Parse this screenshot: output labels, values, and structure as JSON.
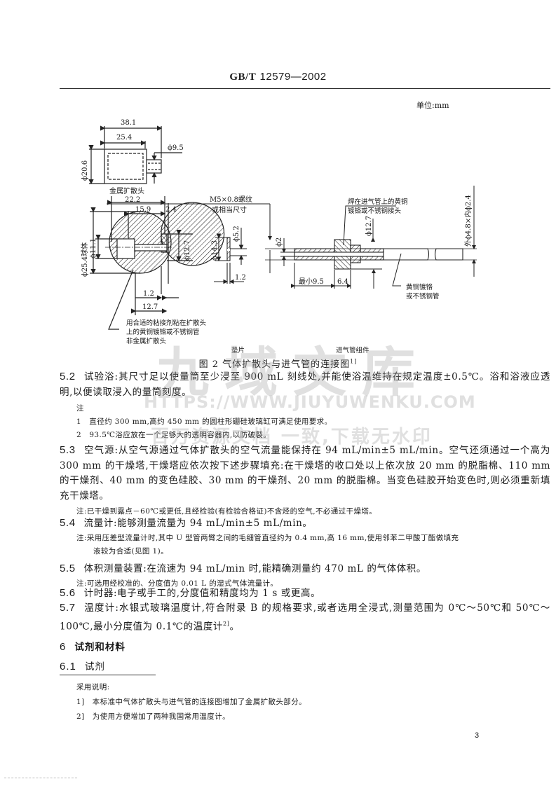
{
  "header": {
    "standard_prefix": "GB/T",
    "standard_number": "12579—2002"
  },
  "figure": {
    "unit_label": "单位:mm",
    "caption": "图 2   气体扩散头与进气管的连接图",
    "caption_ref": "1]",
    "parts": {
      "metal_head_label": "金属扩散头",
      "nonmetal_head_label": "非金属扩散头",
      "gasket_label": "垫片",
      "inlet_assembly_label": "进气管组件",
      "thread_label_1": "M5×0.8螺纹",
      "thread_label_2": "或相当尺寸",
      "glue_note_1": "用合适的粘接剂粘在扩散头",
      "glue_note_2": "上的黄铜镀铬或不锈钢管",
      "weld_note_1": "焊在进气管上的黄铜",
      "weld_note_2": "镀铬或不锈钢接头",
      "tube_note_1": "黄铜镀铬",
      "tube_note_2": "或不锈钢管"
    },
    "dimensions": {
      "d_38_1": "38.1",
      "d_25_4": "25.4",
      "d_phi9_5": "ϕ9.5",
      "d_phi20_6": "ϕ20.6",
      "d_22_2": "22.2",
      "d_15_9": "15.9",
      "d_2_4": "2.4",
      "d_phi25_4_ball": "ϕ25.4球体",
      "d_phi11_1": "ϕ11.1",
      "d_phi12_7_head": "ϕ12.7",
      "d_1_2_head": "1.2",
      "d_12_7": "12.7",
      "d_phi14_3": "ϕ14.3",
      "d_phi5_2": "ϕ5.2",
      "d_1_2_gasket": "1.2",
      "d_phi2": "ϕ2",
      "d_phi12_7_inlet": "ϕ12.7",
      "d_min9_5": "最小9.5",
      "d_6_4": "6.4",
      "d_tube": "外ϕ4.8×内ϕ2.4"
    }
  },
  "sections": {
    "s5_2": {
      "number": "5.2",
      "text": "试验浴:其尺寸足以使量筒至少浸至 900 mL 刻线处,并能使浴温维持在规定温度±0.5℃。浴和浴液应透明,以便读取浸入的量筒刻度。",
      "notes_label": "注",
      "notes": [
        {
          "n": "1",
          "text": "直径约 300 mm,高约 450 mm 的圆柱形硼硅玻璃缸可满足使用要求。"
        },
        {
          "n": "2",
          "text": "93.5℃浴应放在一个足够大的透明容器内,以防破裂。"
        }
      ]
    },
    "s5_3": {
      "number": "5.3",
      "text": "空气源:从空气源通过气体扩散头的空气流量能保持在 94 mL/min±5 mL/min。空气还须通过一个高为 300 mm 的干燥塔,干燥塔应依次按下述步骤填充:在干燥塔的收口处以上依次放 20 mm 的脱脂棉、110 mm 的干燥剂、40 mm 的变色硅胶、30 mm 的干燥剂、20 mm 的脱脂棉。当变色硅胶开始变色时,则必须重新填充干燥塔。",
      "note": "注:已干燥到露点－60℃或更低,且经检验(有检验合格证)不含烃的空气,不必通过干燥塔。"
    },
    "s5_4": {
      "number": "5.4",
      "text": "流量计:能够测量流量为 94 mL/min±5 mL/min。",
      "note_1": "注:采用压差型流量计时,其中 U 型管两臂之间的毛细管直径约为 0.4 mm,高 16 mm,使用邻苯二甲酸丁酯做填充",
      "note_2": "液较为合适(见图 1)。"
    },
    "s5_5": {
      "number": "5.5",
      "text": "体积测量装置:在流速为 94 mL/min 时,能精确测量约 470 mL 的气体体积。",
      "note": "注:可选用经校准的、分度值为 0.01 L 的湿式气体流量计。"
    },
    "s5_6": {
      "number": "5.6",
      "text": "计时器:电子或手工的,分度值和精度均为 1 s 或更高。"
    },
    "s5_7": {
      "number": "5.7",
      "text": "温度计:水银式玻璃温度计,符合附录 B 的规格要求,或者选用全浸式,测量范围为 0℃～50℃和 50℃～100℃,最小分度值为 0.1℃的温度计",
      "ref": "2]",
      "end": "。"
    },
    "s6": {
      "number": "6",
      "title": "试剂和材料"
    },
    "s6_1": {
      "number": "6.1",
      "title": "试剂"
    }
  },
  "footnotes": {
    "title": "采用说明:",
    "items": [
      {
        "mark": "1]",
        "text": "本标准中气体扩散头与进气管的连接图增加了金属扩散头部分。"
      },
      {
        "mark": "2]",
        "text": "为使用方便增加了两种我国常用温度计。"
      }
    ]
  },
  "page_number": "3",
  "watermark": {
    "brand": "九域文库",
    "url": "HTTPS://WWW.JIUYUWENKU.COM",
    "slogan": "百万资源文档 一致,下载无水印"
  }
}
